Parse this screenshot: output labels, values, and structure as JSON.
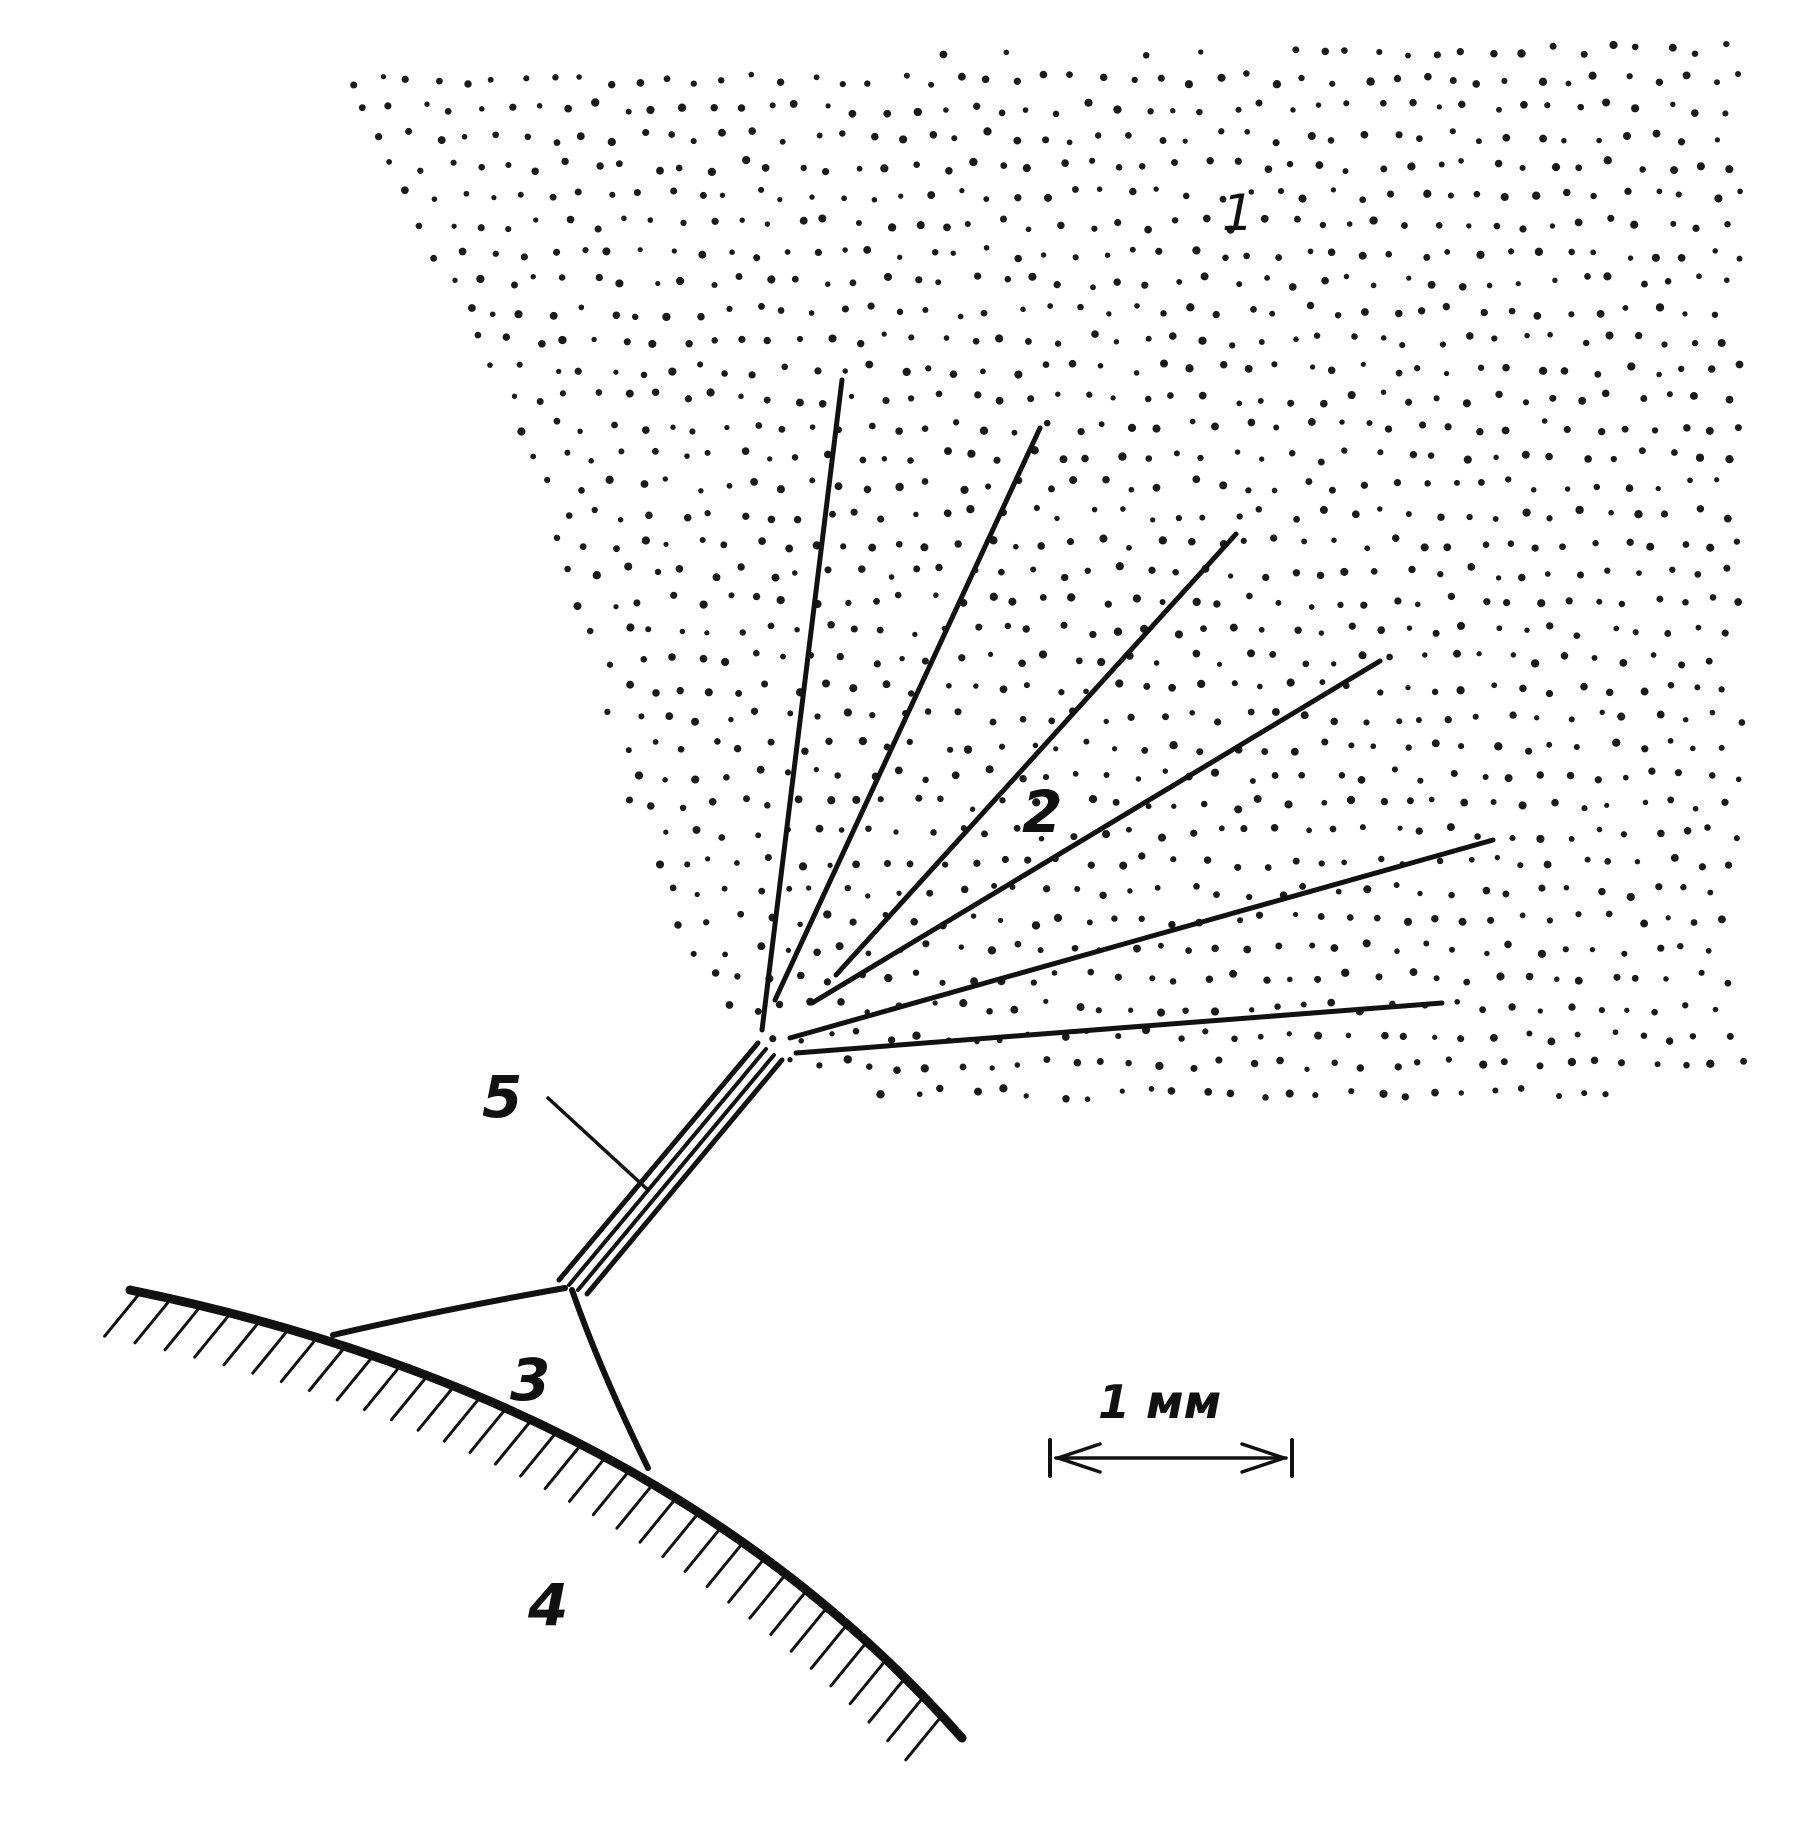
{
  "figure": {
    "labels": {
      "region_1": "1",
      "rays_2": "2",
      "triangle_3": "3",
      "substrate_4": "4",
      "channel_5": "5"
    },
    "scale_bar": {
      "text": "1 мм"
    },
    "colors": {
      "ink": "#111111",
      "background": "#ffffff"
    }
  }
}
